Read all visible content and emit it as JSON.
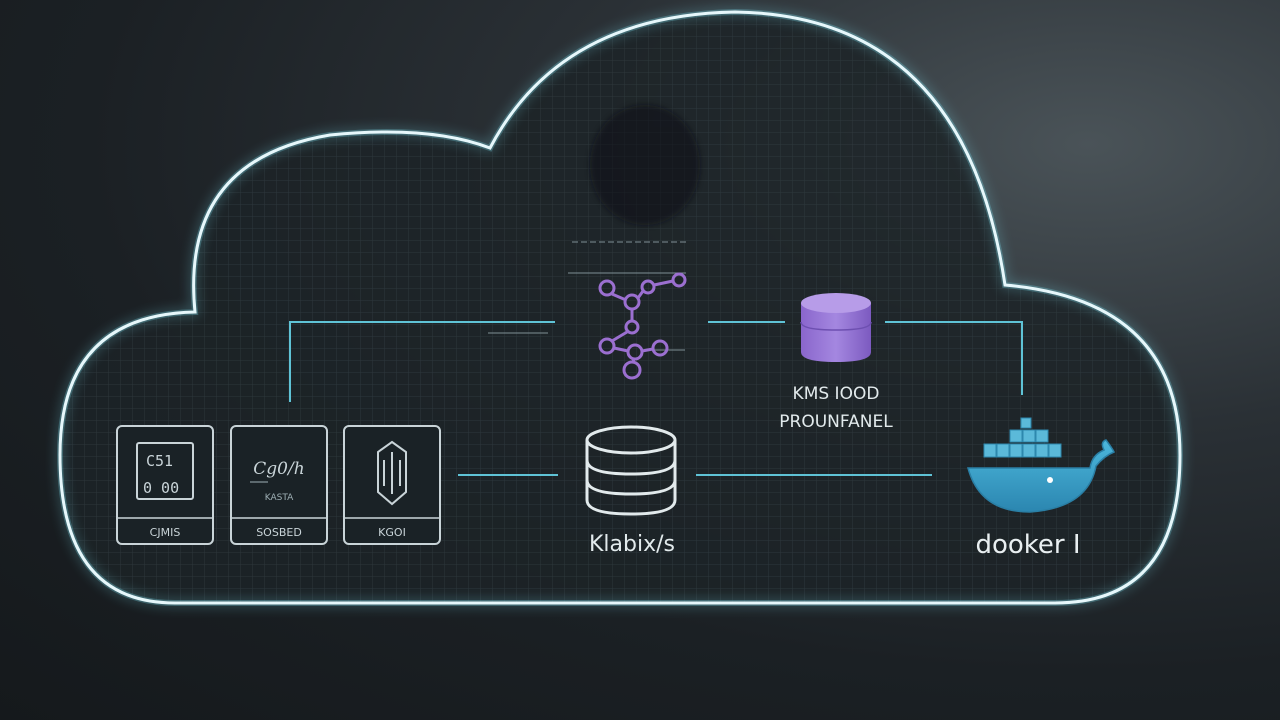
{
  "colors": {
    "cloud_outline": "#e6f7fb",
    "cloud_glow": "#7fe4f5",
    "connector": "#5fc3d6",
    "icon_stroke": "#c9d4d8",
    "database_purple": "#9a79d6",
    "graph_purple": "#9b6fd0",
    "docker_blue": "#3aa3c8"
  },
  "icons": {
    "device_1": "server-panel-icon",
    "device_2": "network-panel-icon",
    "device_3": "security-panel-icon",
    "central_storage": "database-stack-icon",
    "graph": "node-graph-icon",
    "purple_storage": "database-cylinder-icon",
    "container_platform": "docker-whale-icon"
  },
  "labels": {
    "device_1_top": "C51",
    "device_1_bottom": "0 00",
    "device_1_caption": "CJMIS",
    "device_2_script": "Cg0/h",
    "device_2_sub": "KASTA",
    "device_2_caption": "SOSBED",
    "device_3_caption": "KGOI",
    "central_storage_caption": "Klabix/s",
    "purple_storage_line1": "KMS IOOD",
    "purple_storage_line2": "PROUNFANEL",
    "docker_caption": "dooker I"
  }
}
